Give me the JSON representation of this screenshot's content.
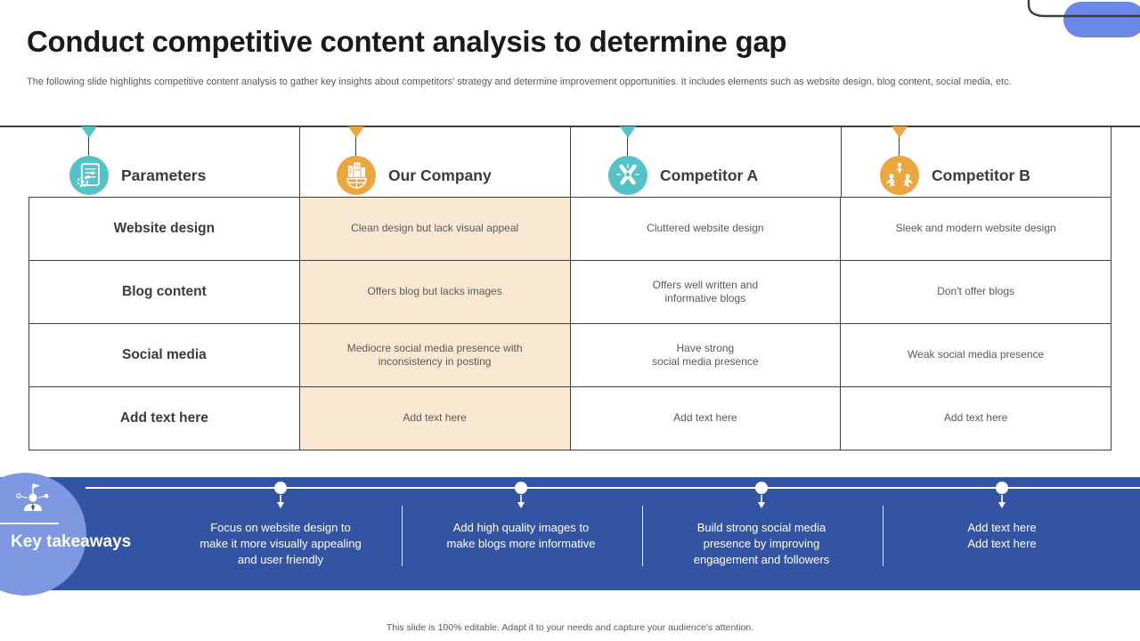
{
  "colors": {
    "teal": "#54c2c6",
    "orange": "#eca640",
    "peach": "#fbe8d3",
    "band-blue": "#3353a3",
    "light-blue": "#7d98e0",
    "pill-blue": "#6b87e8",
    "line-dark": "#3f3f3f",
    "title-dark": "#1a1a1a",
    "text-gray": "#595959"
  },
  "header": {
    "title": "Conduct competitive content analysis to determine gap",
    "subtitle": "The following slide highlights competitive content analysis to gather key insights about competitors' strategy and determine improvement opportunities. It includes elements such as website design, blog content, social media, etc."
  },
  "columns": [
    {
      "label": "Parameters",
      "icon": "checklist-settings-icon",
      "accent": "#54c2c6"
    },
    {
      "label": "Our Company",
      "icon": "company-buildings-icon",
      "accent": "#eca640"
    },
    {
      "label": "Competitor A",
      "icon": "competition-clash-icon",
      "accent": "#54c2c6"
    },
    {
      "label": "Competitor B",
      "icon": "competitors-race-icon",
      "accent": "#eca640"
    }
  ],
  "table": {
    "rows": [
      {
        "parameter": "Website design",
        "our_company": "Clean design but lack visual appeal",
        "competitor_a": "Cluttered website design",
        "competitor_b": "Sleek and modern website design"
      },
      {
        "parameter": "Blog content",
        "our_company": "Offers blog but lacks images",
        "competitor_a": "Offers well written and\ninformative blogs",
        "competitor_b": "Don't offer blogs"
      },
      {
        "parameter": "Social media",
        "our_company": "Mediocre social media presence with\ninconsistency in posting",
        "competitor_a": "Have strong\nsocial media presence",
        "competitor_b": "Weak social media presence"
      },
      {
        "parameter": "Add text here",
        "our_company": "Add text here",
        "competitor_a": "Add text here",
        "competitor_b": "Add text here"
      }
    ]
  },
  "takeaways": {
    "heading": "Key takeaways",
    "items": [
      {
        "text": "Focus on website design to\nmake it more visually appealing\nand user friendly"
      },
      {
        "text": "Add high quality images to\nmake blogs more informative"
      },
      {
        "text": "Build strong social media\npresence by improving\nengagement and followers"
      },
      {
        "text": "Add text here\nAdd text here"
      }
    ]
  },
  "footer": {
    "note": "This slide is 100% editable. Adapt it to your needs and capture your audience's attention."
  }
}
